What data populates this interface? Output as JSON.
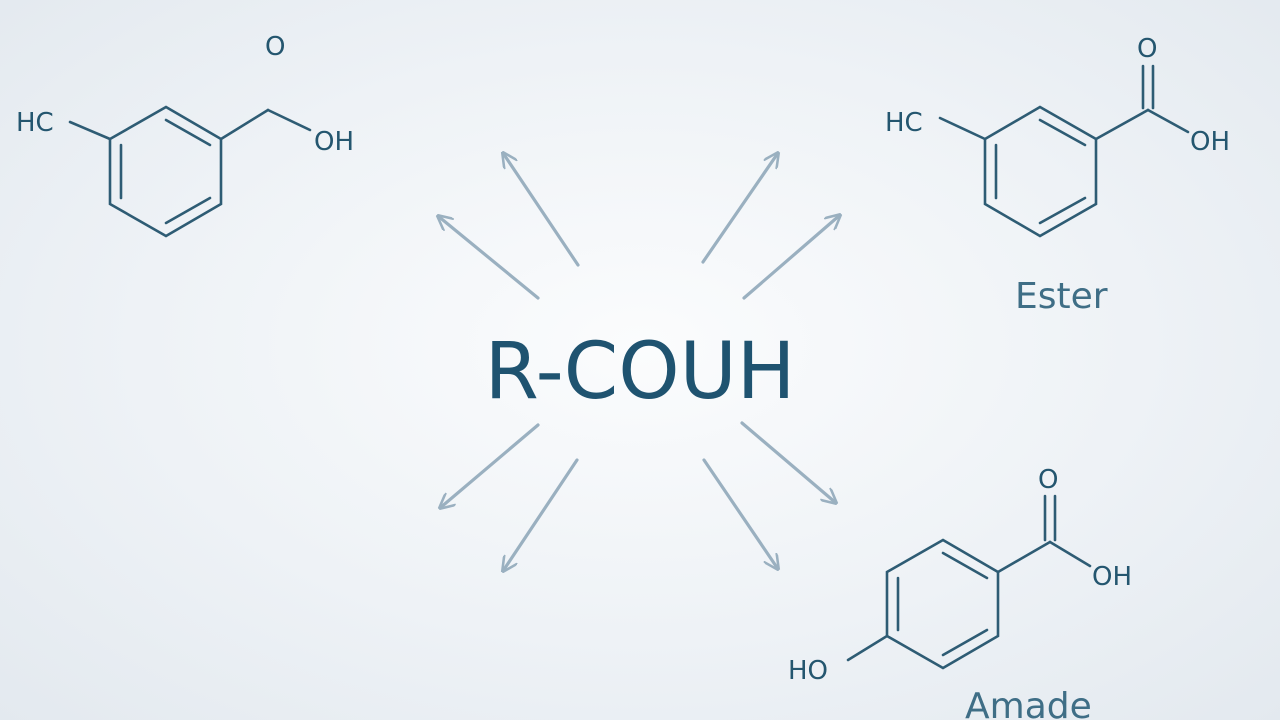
{
  "center": {
    "formula": "R-COUH"
  },
  "molecules": {
    "top_left": {
      "atoms": {
        "methyl": "HC",
        "carbonyl_o": "O",
        "hydroxyl": "OH"
      },
      "caption": ""
    },
    "top_right": {
      "atoms": {
        "methyl": "HC",
        "carbonyl_o": "O",
        "hydroxyl": "OH"
      },
      "caption": "Ester"
    },
    "bottom_right": {
      "atoms": {
        "para_hydroxyl": "HO",
        "carbonyl_o": "O",
        "hydroxyl": "OH"
      },
      "caption": "Amade"
    }
  },
  "colors": {
    "structure": "#2e5c74",
    "arrows": "#9ab0c0",
    "center_text": "#1f5370",
    "background": "#eef2f6"
  },
  "arrows": {
    "count": 8
  }
}
